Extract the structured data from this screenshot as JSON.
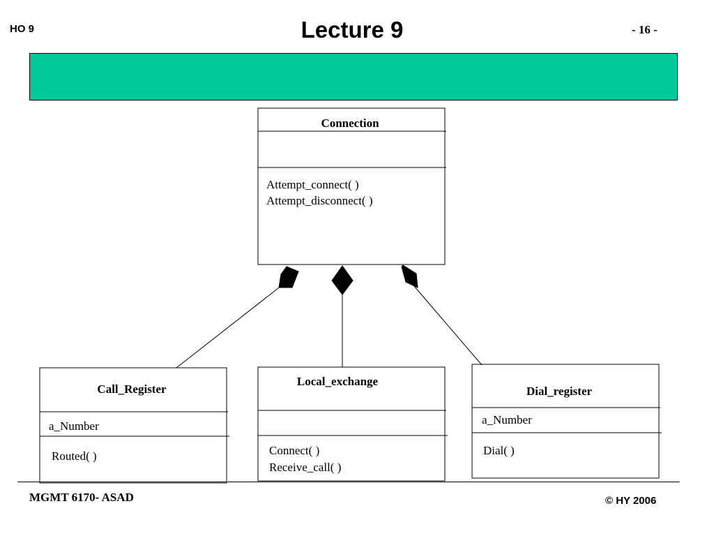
{
  "header": {
    "left_label": "HO  9",
    "title": "Lecture  9",
    "page_number": "- 16 -"
  },
  "colors": {
    "banner": "#00C896",
    "line": "#000000"
  },
  "diagram": {
    "classes": {
      "connection": {
        "name": "Connection",
        "attributes": [],
        "operations": [
          "Attempt_connect( )",
          "Attempt_disconnect( )"
        ]
      },
      "call_register": {
        "name": "Call_Register",
        "attributes": [
          "a_Number"
        ],
        "operations": [
          "Routed( )"
        ]
      },
      "local_exchange": {
        "name": "Local_exchange",
        "attributes": [],
        "operations": [
          "Connect( )",
          "Receive_call( )"
        ]
      },
      "dial_register": {
        "name": "Dial_register",
        "attributes": [
          "a_Number"
        ],
        "operations": [
          "Dial( )"
        ]
      }
    },
    "relationships": [
      {
        "type": "composition",
        "whole": "Connection",
        "part": "Call_Register"
      },
      {
        "type": "composition",
        "whole": "Connection",
        "part": "Local_exchange"
      },
      {
        "type": "composition",
        "whole": "Connection",
        "part": "Dial_register"
      }
    ]
  },
  "footer": {
    "course": "MGMT 6170- ASAD",
    "copyright": "© HY  2006"
  }
}
